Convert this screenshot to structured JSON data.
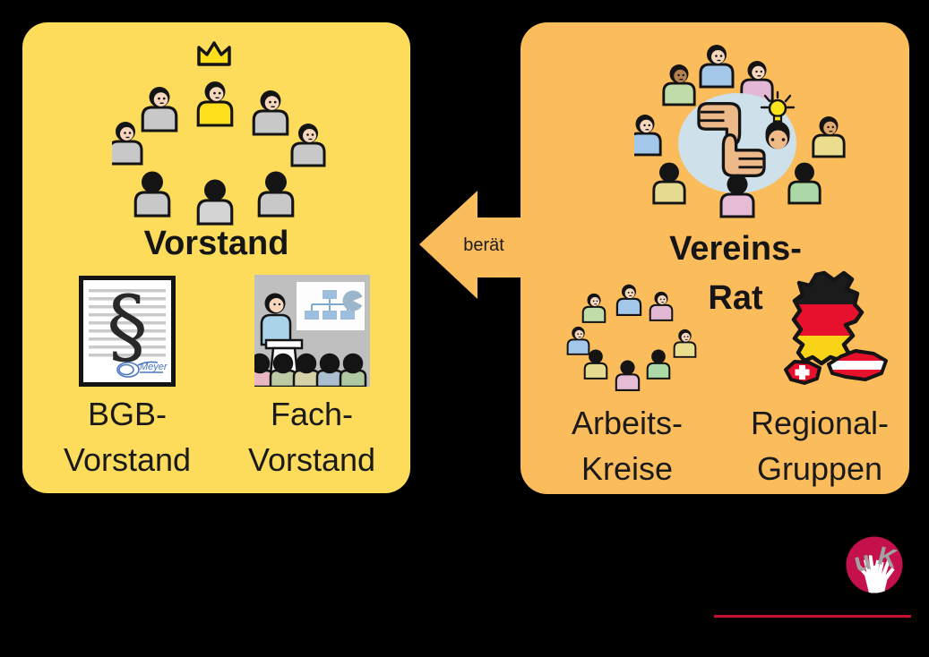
{
  "palette": {
    "background": "#000000",
    "box_left": "#FDDB5B",
    "box_right": "#FBBC5C",
    "arrow": "#FBBC5C",
    "text": "#1A1A1A",
    "discussion_bubble": "#CEE0EA",
    "accent_line_red": "#C8102E",
    "logo_circle_red": "#C4114B"
  },
  "left_box": {
    "title": "Vorstand",
    "icon": "board-round-table-crown-icon",
    "items": [
      {
        "line1": "BGB-",
        "line2": "Vorstand",
        "icon": "paragraph-document-icon"
      },
      {
        "line1": "Fach-",
        "line2": "Vorstand",
        "icon": "lecture-presentation-icon"
      }
    ]
  },
  "connector": {
    "label": "berät",
    "direction": "left"
  },
  "right_box": {
    "title_line1": "Vereins-",
    "title_line2": "Rat",
    "icon": "discussion-group-thumbs-icon",
    "items": [
      {
        "line1": "Arbeits-",
        "line2": "Kreise",
        "icon": "people-circle-icon"
      },
      {
        "line1": "Regional-",
        "line2": "Gruppen",
        "icon": "dach-map-icon"
      }
    ]
  },
  "footer": {
    "logo": "hands-circle-logo"
  }
}
